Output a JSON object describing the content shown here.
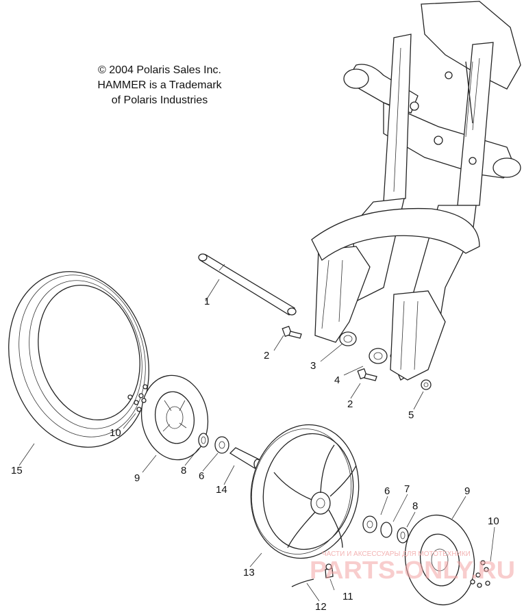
{
  "copyright": {
    "line1": "© 2004 Polaris Sales Inc.",
    "line2": "HAMMER is a Trademark",
    "line3": "of Polaris Industries"
  },
  "callouts": {
    "c1": "1",
    "c2a": "2",
    "c2b": "2",
    "c3": "3",
    "c4": "4",
    "c5": "5",
    "c6a": "6",
    "c6b": "6",
    "c7": "7",
    "c8a": "8",
    "c8b": "8",
    "c9a": "9",
    "c9b": "9",
    "c10a": "10",
    "c10b": "10",
    "c11": "11",
    "c12": "12",
    "c13": "13",
    "c14": "14",
    "c15": "15"
  },
  "watermark": {
    "tagline": "ЧАСТИ И АКСЕССУАРЫ ДЛЯ МОТОТЕХНИКИ",
    "logo": "PARTS-ONLY.RU"
  }
}
